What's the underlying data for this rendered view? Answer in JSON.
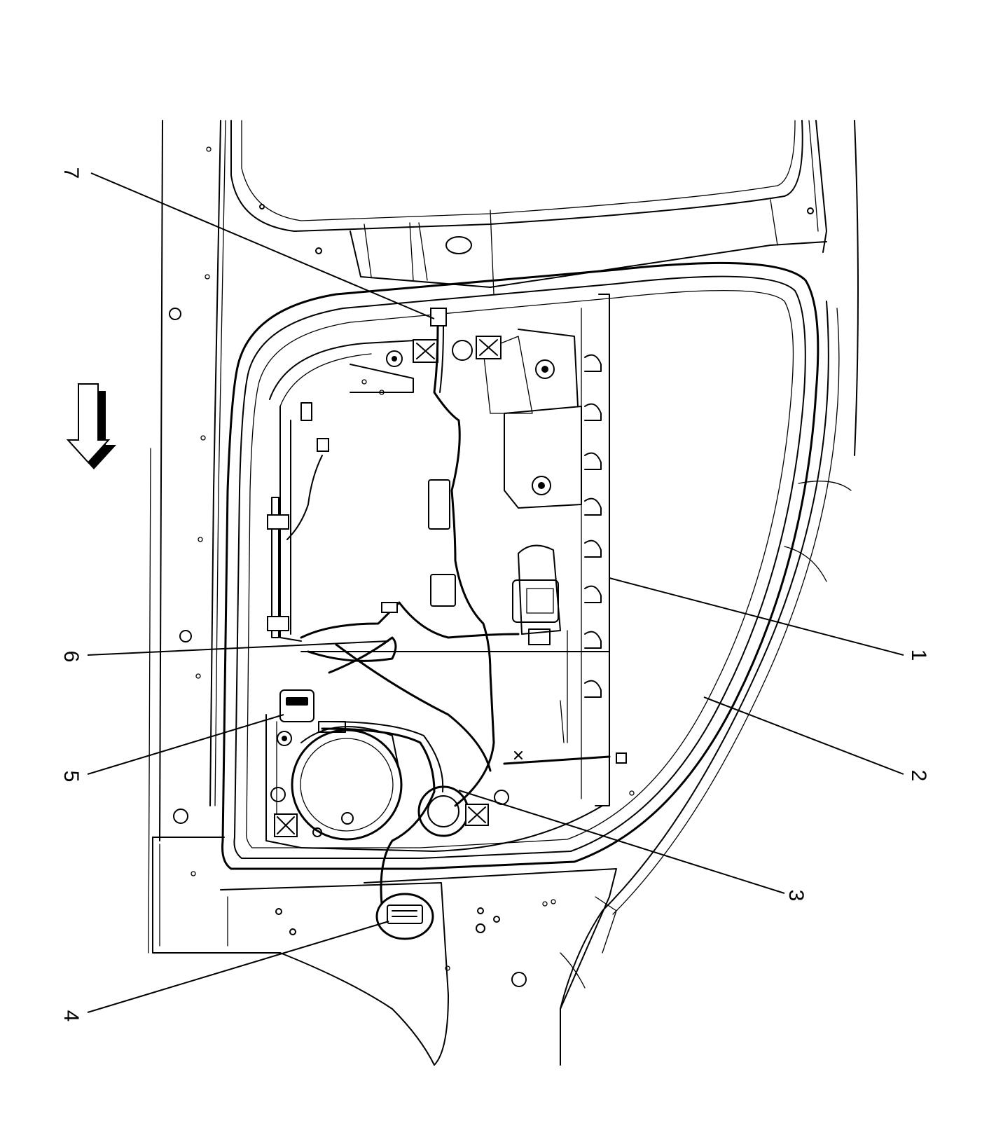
{
  "diagram": {
    "callouts": [
      {
        "id": "1",
        "label": "1"
      },
      {
        "id": "2",
        "label": "2"
      },
      {
        "id": "3",
        "label": "3"
      },
      {
        "id": "4",
        "label": "4"
      },
      {
        "id": "5",
        "label": "5"
      },
      {
        "id": "6",
        "label": "6"
      },
      {
        "id": "7",
        "label": "7"
      }
    ],
    "direction_arrow_icon": "down-arrow-icon"
  }
}
